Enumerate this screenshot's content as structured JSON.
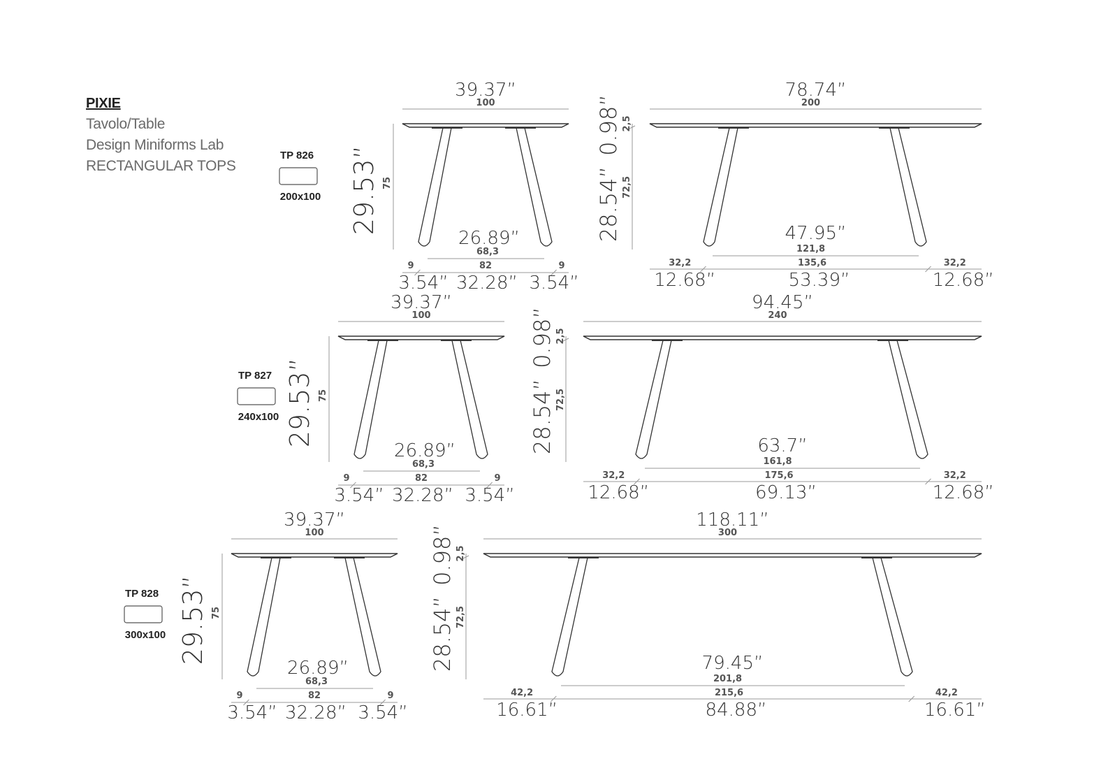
{
  "header": {
    "product": "PIXIE",
    "type": "Tavolo/Table",
    "designer": "Design Miniforms Lab",
    "category": "RECTANGULAR TOPS"
  },
  "models": [
    {
      "code": "TP 826",
      "size": "200x100",
      "side": {
        "width_in": "39.37”",
        "width_cm": "100",
        "height_in": "29.53”",
        "height_cm": "75",
        "leg_span_in": "26.89”",
        "leg_span_cm": "68,3",
        "seg_cm": [
          "9",
          "82",
          "9"
        ],
        "seg_in": [
          "3.54”",
          "32.28”",
          "3.54”"
        ]
      },
      "front": {
        "length_in": "78.74”",
        "length_cm": "200",
        "top_in": "0.98”",
        "top_cm": "2,5",
        "leg_h_in": "28.54”",
        "leg_h_cm": "72,5",
        "leg_span_in": "47.95”",
        "leg_span_cm": "121,8",
        "seg_cm": [
          "32,2",
          "135,6",
          "32,2"
        ],
        "seg_in": [
          "12.68”",
          "53.39”",
          "12.68”"
        ]
      }
    },
    {
      "code": "TP 827",
      "size": "240x100",
      "side": {
        "width_in": "39.37”",
        "width_cm": "100",
        "height_in": "29.53”",
        "height_cm": "75",
        "leg_span_in": "26.89”",
        "leg_span_cm": "68,3",
        "seg_cm": [
          "9",
          "82",
          "9"
        ],
        "seg_in": [
          "3.54”",
          "32.28”",
          "3.54”"
        ]
      },
      "front": {
        "length_in": "94.45”",
        "length_cm": "240",
        "top_in": "0.98”",
        "top_cm": "2,5",
        "leg_h_in": "28.54”",
        "leg_h_cm": "72,5",
        "leg_span_in": "63.7”",
        "leg_span_cm": "161,8",
        "seg_cm": [
          "32,2",
          "175,6",
          "32,2"
        ],
        "seg_in": [
          "12.68”",
          "69.13”",
          "12.68”"
        ]
      }
    },
    {
      "code": "TP 828",
      "size": "300x100",
      "side": {
        "width_in": "39.37”",
        "width_cm": "100",
        "height_in": "29.53”",
        "height_cm": "75",
        "leg_span_in": "26.89”",
        "leg_span_cm": "68,3",
        "seg_cm": [
          "9",
          "82",
          "9"
        ],
        "seg_in": [
          "3.54”",
          "32.28”",
          "3.54”"
        ]
      },
      "front": {
        "length_in": "118.11”",
        "length_cm": "300",
        "top_in": "0.98”",
        "top_cm": "2,5",
        "leg_h_in": "28.54”",
        "leg_h_cm": "72,5",
        "leg_span_in": "79.45”",
        "leg_span_cm": "201,8",
        "seg_cm": [
          "42,2",
          "215,6",
          "42,2"
        ],
        "seg_in": [
          "16.61”",
          "84.88”",
          "16.61”"
        ]
      }
    }
  ]
}
